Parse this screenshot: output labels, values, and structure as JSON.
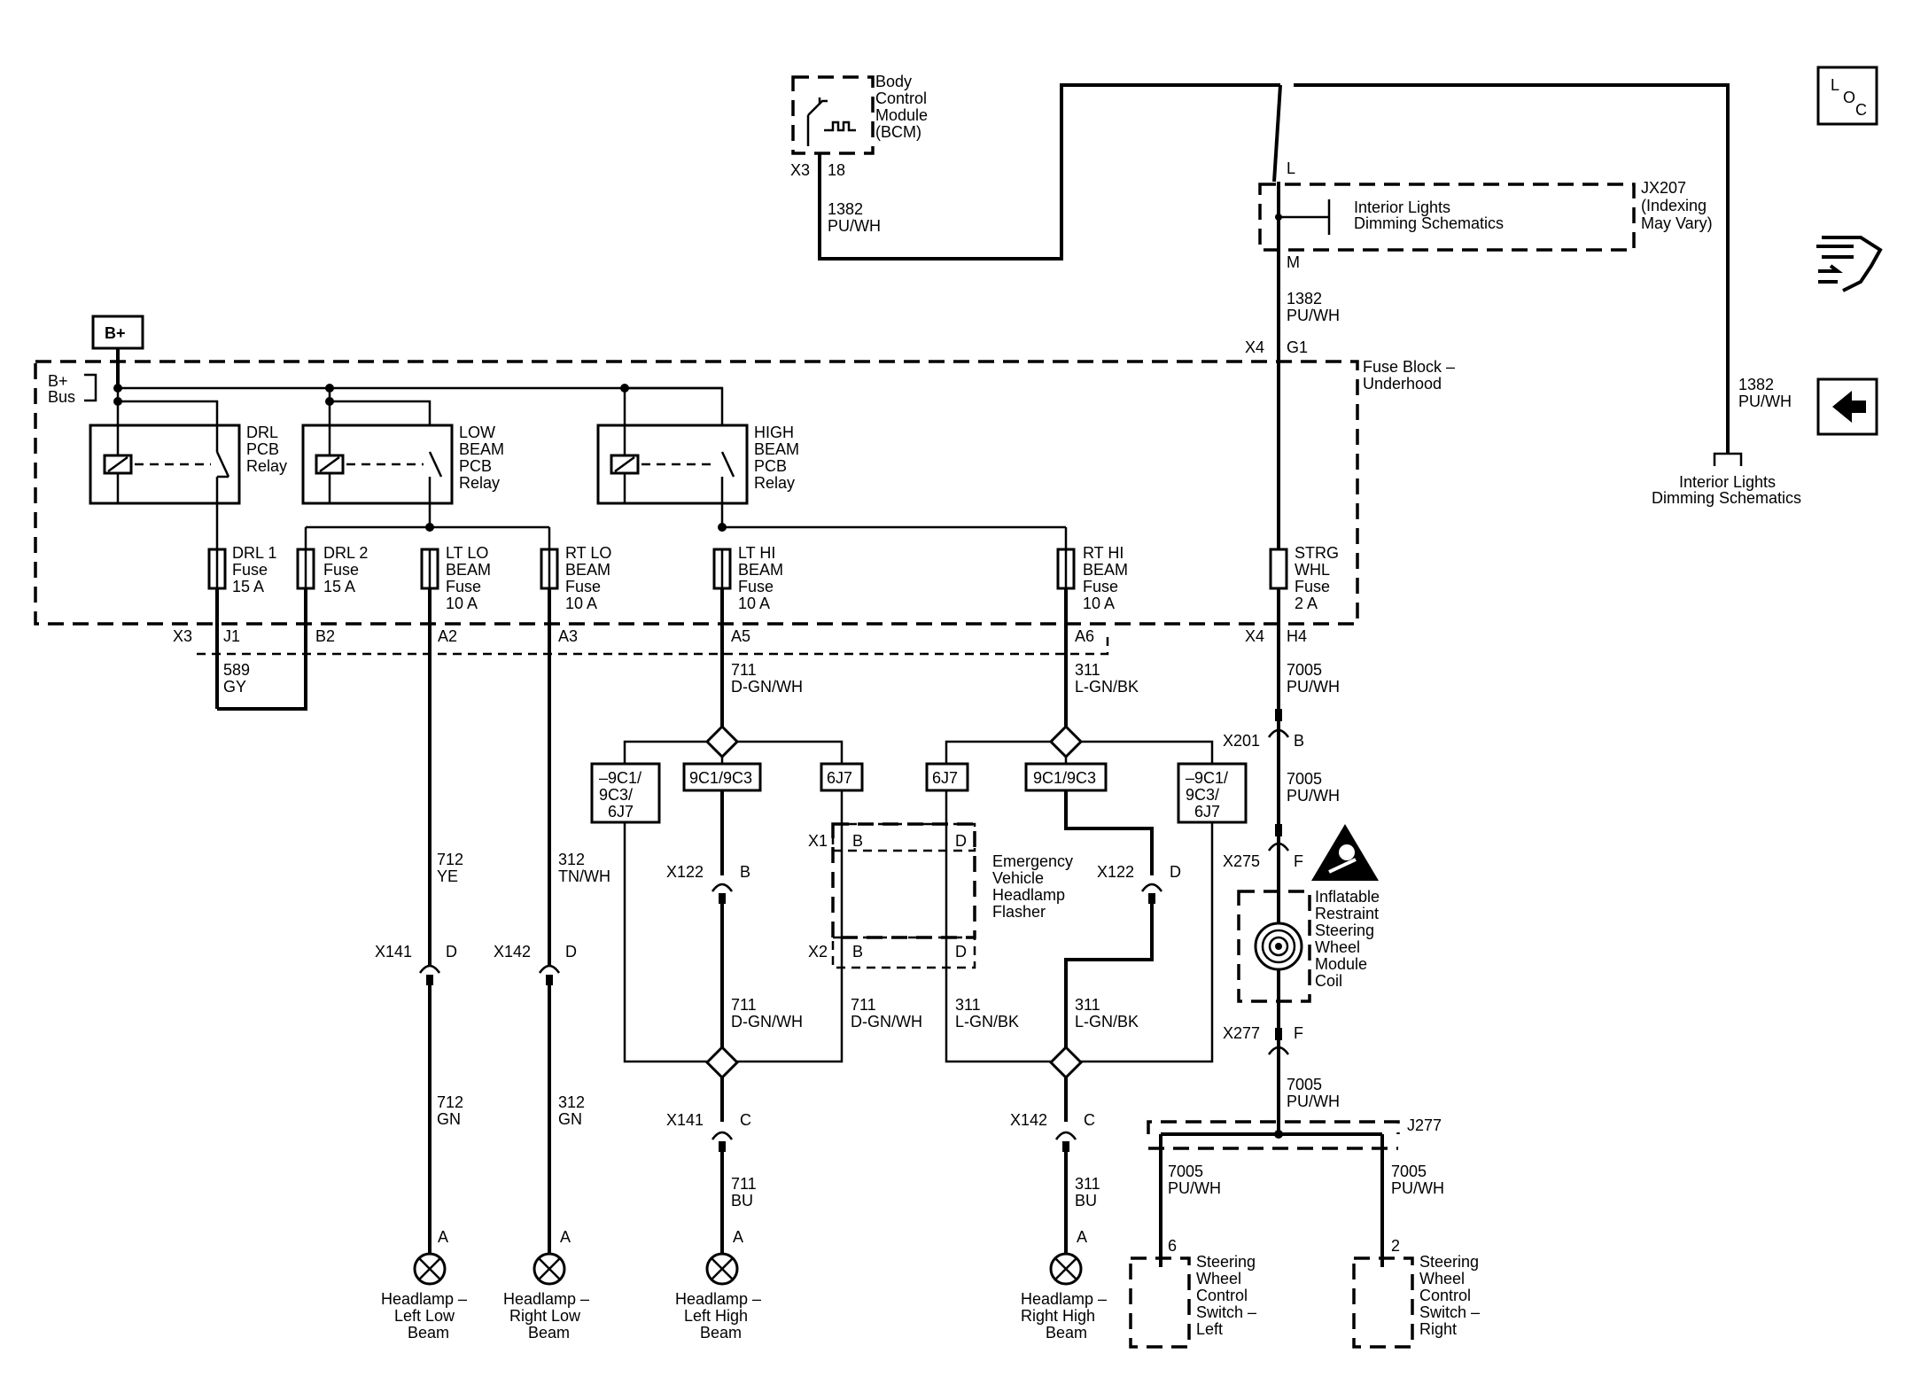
{
  "bplus": "B+",
  "bplus_bus": [
    "B+",
    "Bus"
  ],
  "bcm": {
    "name": [
      "Body",
      "Control",
      "Module",
      "(BCM)"
    ],
    "conn": "X3",
    "pin": "18"
  },
  "bcm_wire": [
    "1382",
    "PU/WH"
  ],
  "jx207": {
    "label": [
      "Interior Lights",
      "Dimming Schematics"
    ],
    "name": [
      "JX207",
      "(Indexing",
      "May Vary)"
    ],
    "top": "L",
    "bot": "M"
  },
  "wire_1382": [
    "1382",
    "PU/WH"
  ],
  "x4": "X4",
  "g1": "G1",
  "fuse_block": [
    "Fuse Block –",
    "Underhood"
  ],
  "right_wire": [
    "1382",
    "PU/WH"
  ],
  "right_ref": [
    "Interior Lights",
    "Dimming Schematics"
  ],
  "icons": {
    "loc": [
      "L",
      "O",
      "C"
    ]
  },
  "relays": [
    [
      "DRL",
      "PCB",
      "Relay"
    ],
    [
      "LOW",
      "BEAM",
      "PCB",
      "Relay"
    ],
    [
      "HIGH",
      "BEAM",
      "PCB",
      "Relay"
    ]
  ],
  "fuses": [
    [
      "DRL 1",
      "Fuse",
      "15 A"
    ],
    [
      "DRL 2",
      "Fuse",
      "15 A"
    ],
    [
      "LT LO",
      "BEAM",
      "Fuse",
      "10 A"
    ],
    [
      "RT LO",
      "BEAM",
      "Fuse",
      "10 A"
    ],
    [
      "LT HI",
      "BEAM",
      "Fuse",
      "10 A"
    ],
    [
      "RT HI",
      "BEAM",
      "Fuse",
      "10 A"
    ],
    [
      "STRG",
      "WHL",
      "Fuse",
      "2 A"
    ]
  ],
  "conn_x3": "X3",
  "pins": [
    "J1",
    "B2",
    "A2",
    "A3",
    "A5",
    "A6",
    "H4"
  ],
  "w589": [
    "589",
    "GY"
  ],
  "w711a": [
    "711",
    "D-GN/WH"
  ],
  "w311a": [
    "311",
    "L-GN/BK"
  ],
  "w7005": [
    "7005",
    "PU/WH"
  ],
  "options": [
    "–9C1/",
    "9C3/",
    "6J7",
    "9C1/9C3",
    "6J7"
  ],
  "x201": "X201",
  "pinB": "B",
  "x275": "X275",
  "pinF": "F",
  "x277": "X277",
  "airbag": [
    "Inflatable",
    "Restraint",
    "Steering",
    "Wheel",
    "Module",
    "Coil"
  ],
  "evhf": [
    "Emergency",
    "Vehicle",
    "Headlamp",
    "Flasher"
  ],
  "x1": "X1",
  "x2": "X2",
  "pinD": "D",
  "x122": "X122",
  "x141": "X141",
  "x142": "X142",
  "pinC": "C",
  "w712ye": [
    "712",
    "YE"
  ],
  "w312tn": [
    "312",
    "TN/WH"
  ],
  "w712gn": [
    "712",
    "GN"
  ],
  "w312gn": [
    "312",
    "GN"
  ],
  "w711b": [
    "711",
    "D-GN/WH"
  ],
  "w711c": [
    "711",
    "D-GN/WH"
  ],
  "w311b": [
    "311",
    "L-GN/BK"
  ],
  "w311c": [
    "311",
    "L-GN/BK"
  ],
  "w711bu": [
    "711",
    "BU"
  ],
  "w311bu": [
    "311",
    "BU"
  ],
  "pinA": "A",
  "lamps": [
    [
      "Headlamp –",
      "Left Low",
      "Beam"
    ],
    [
      "Headlamp –",
      "Right Low",
      "Beam"
    ],
    [
      "Headlamp –",
      "Left High",
      "Beam"
    ],
    [
      "Headlamp –",
      "Right High",
      "Beam"
    ]
  ],
  "j277": "J277",
  "pin6": "6",
  "pin2": "2",
  "swc_left": [
    "Steering",
    "Wheel",
    "Control",
    "Switch –",
    "Left"
  ],
  "swc_right": [
    "Steering",
    "Wheel",
    "Control",
    "Switch –",
    "Right"
  ]
}
